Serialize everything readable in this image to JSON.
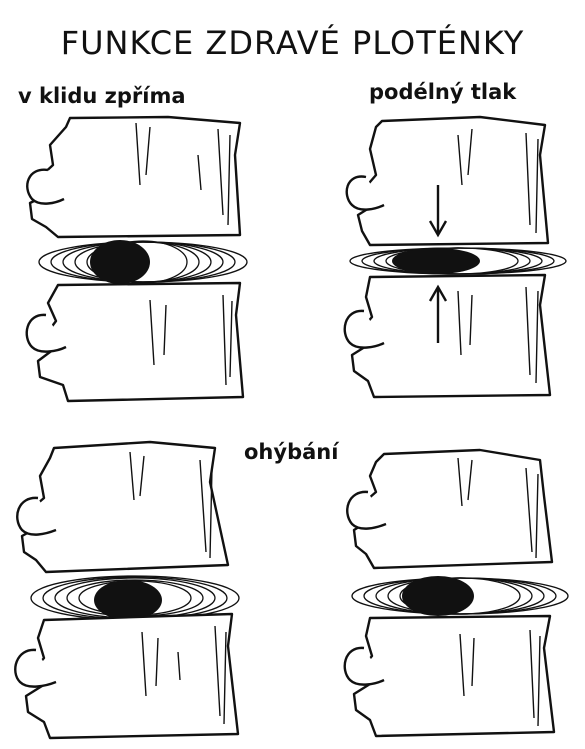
{
  "title": "FUNKCE ZDRAVÉ PLOTÉNKY",
  "labels": {
    "rest": "v klidu zpříma",
    "pressure": "podélný tlak",
    "bending": "ohýbání"
  }
}
